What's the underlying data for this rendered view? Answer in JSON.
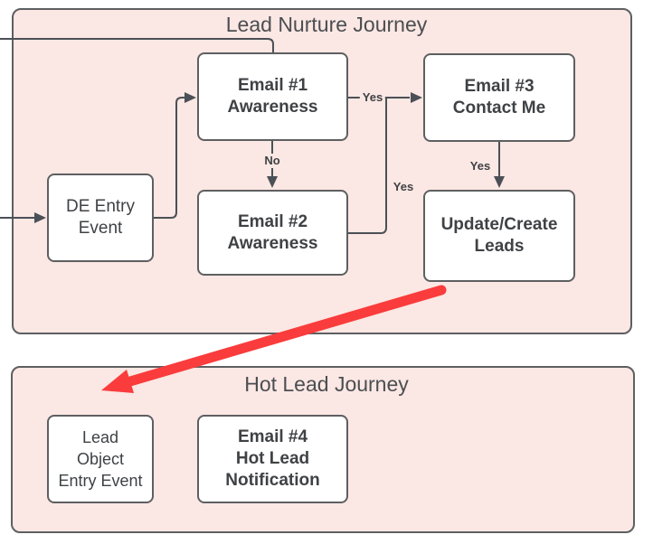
{
  "diagram": {
    "groups": [
      {
        "id": "lead-nurture-journey",
        "title": "Lead Nurture Journey"
      },
      {
        "id": "hot-lead-journey",
        "title": "Hot Lead Journey"
      }
    ],
    "nodes": [
      {
        "id": "de-entry-event",
        "label": "DE Entry\nEvent"
      },
      {
        "id": "email-1",
        "label": "Email #1\nAwareness"
      },
      {
        "id": "email-2",
        "label": "Email #2\nAwareness"
      },
      {
        "id": "email-3",
        "label": "Email #3\nContact Me"
      },
      {
        "id": "update-create-leads",
        "label": "Update/Create\nLeads"
      },
      {
        "id": "lead-object-entry-event",
        "label": "Lead\nObject\nEntry Event"
      },
      {
        "id": "email-4",
        "label": "Email #4\nHot Lead\nNotification"
      }
    ],
    "edges": [
      {
        "label": "Yes",
        "from": "Email #1 Awareness",
        "to": "Email #3 Contact Me"
      },
      {
        "label": "No",
        "from": "Email #1 Awareness",
        "to": "Email #2 Awareness"
      },
      {
        "label": "Yes",
        "from": "Email #2 Awareness",
        "to": "Email #3 Contact Me"
      },
      {
        "label": "Yes",
        "from": "Email #3 Contact Me",
        "to": "Update/Create Leads"
      }
    ],
    "colors": {
      "group_fill": "#fbe7e3",
      "node_fill": "#ffffff",
      "border": "#5e5f61",
      "line": "#4b5056",
      "red_arrow": "#fa3c3c",
      "text": "#3f4245"
    }
  }
}
